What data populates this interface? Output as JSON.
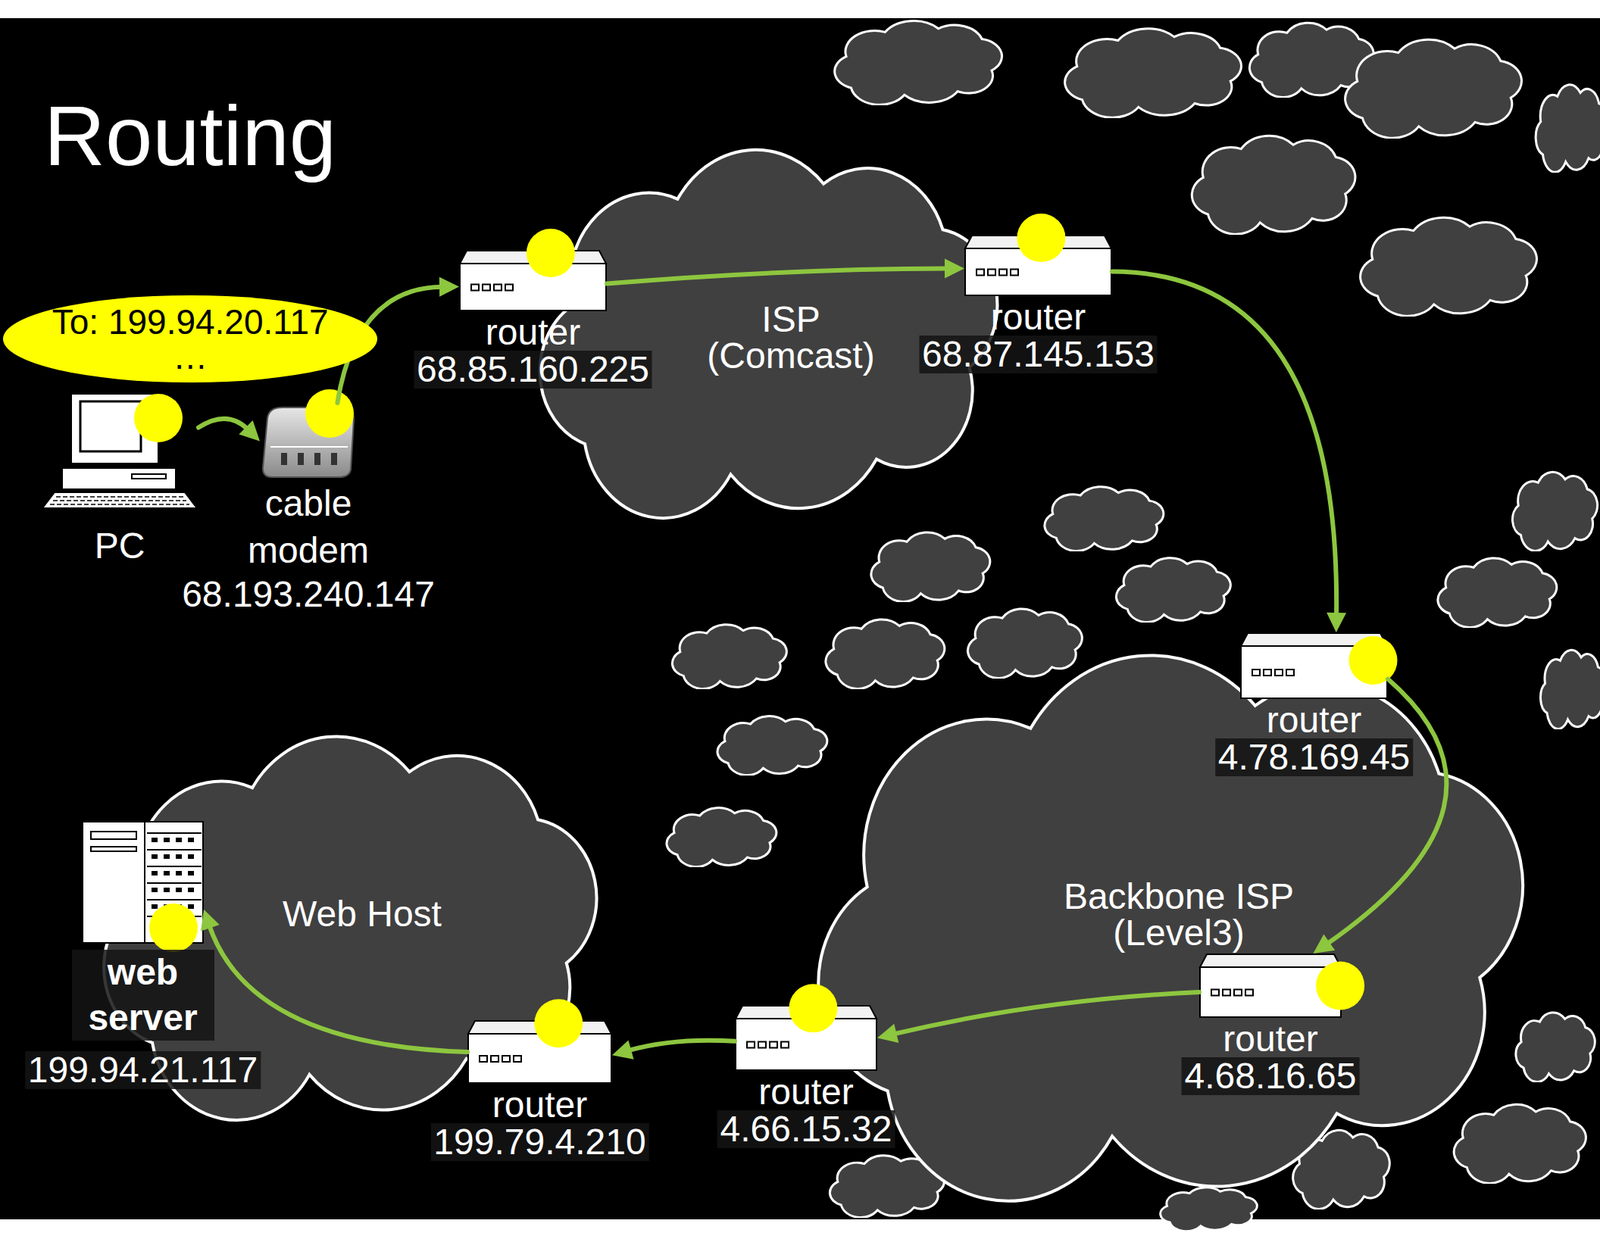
{
  "diagram": {
    "title": "Routing",
    "nodes": [
      {
        "text": [
          "To: 199.94.20.117",
          "…"
        ]
      },
      {
        "text": [
          "PC"
        ]
      },
      {
        "text": [
          "cable modem",
          "68.193.240.147"
        ]
      },
      {
        "text": [
          "ISP (Comcast)"
        ]
      },
      {
        "text": [
          "router",
          "68.85.160.225"
        ],
        "in": 3
      },
      {
        "text": [
          "router",
          "68.87.145.153"
        ],
        "in": 3
      },
      {
        "text": [
          "Backbone ISP (Level3)"
        ]
      },
      {
        "text": [
          "router",
          "4.78.169.45"
        ],
        "in": 6
      },
      {
        "text": [
          "router",
          "4.68.16.65"
        ],
        "in": 6
      },
      {
        "text": [
          "router",
          "4.66.15.32"
        ],
        "in": 6
      },
      {
        "text": [
          "Web Host"
        ]
      },
      {
        "text": [
          "router",
          "199.79.4.210"
        ],
        "in": 10
      },
      {
        "text": [
          "web server",
          "199.94.21.117"
        ],
        "in": 10
      }
    ],
    "edges": [
      {
        "from": 1,
        "to": 2,
        "arrow": "to"
      },
      {
        "from": 2,
        "to": 4,
        "arrow": "to"
      },
      {
        "from": 4,
        "to": 5,
        "arrow": "to"
      },
      {
        "from": 5,
        "to": 7,
        "arrow": "to"
      },
      {
        "from": 7,
        "to": 8,
        "arrow": "to"
      },
      {
        "from": 8,
        "to": 9,
        "arrow": "to"
      },
      {
        "from": 9,
        "to": 11,
        "arrow": "to"
      },
      {
        "from": 11,
        "to": 12,
        "arrow": "to"
      }
    ]
  }
}
